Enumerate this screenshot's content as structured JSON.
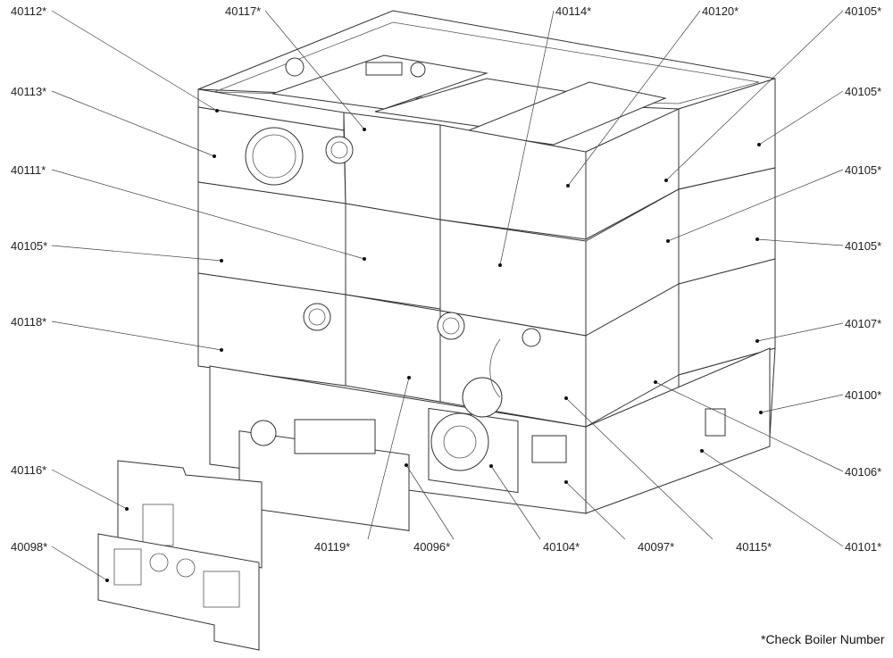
{
  "diagram": {
    "labels": [
      {
        "id": "40112-left",
        "text": "40112*"
      },
      {
        "id": "40113-left",
        "text": "40113*"
      },
      {
        "id": "40111-left",
        "text": "40111*"
      },
      {
        "id": "40105-left",
        "text": "40105*"
      },
      {
        "id": "40118-left",
        "text": "40118*"
      },
      {
        "id": "40116-left",
        "text": "40116*"
      },
      {
        "id": "40098-left",
        "text": "40098*"
      },
      {
        "id": "40117-top",
        "text": "40117*"
      },
      {
        "id": "40114-top",
        "text": "40114*"
      },
      {
        "id": "40120-top",
        "text": "40120*"
      },
      {
        "id": "40105-top",
        "text": "40105*"
      },
      {
        "id": "40105-r1",
        "text": "40105*"
      },
      {
        "id": "40105-r2",
        "text": "40105*"
      },
      {
        "id": "40105-r3",
        "text": "40105*"
      },
      {
        "id": "40107-right",
        "text": "40107*"
      },
      {
        "id": "40100-right",
        "text": "40100*"
      },
      {
        "id": "40106-right",
        "text": "40106*"
      },
      {
        "id": "40101-right",
        "text": "40101*"
      },
      {
        "id": "40119-bottom",
        "text": "40119*"
      },
      {
        "id": "40096-bottom",
        "text": "40096*"
      },
      {
        "id": "40104-bottom",
        "text": "40104*"
      },
      {
        "id": "40097-bottom",
        "text": "40097*"
      },
      {
        "id": "40115-bottom",
        "text": "40115*"
      }
    ],
    "footnote": "*Check Boiler Number"
  }
}
